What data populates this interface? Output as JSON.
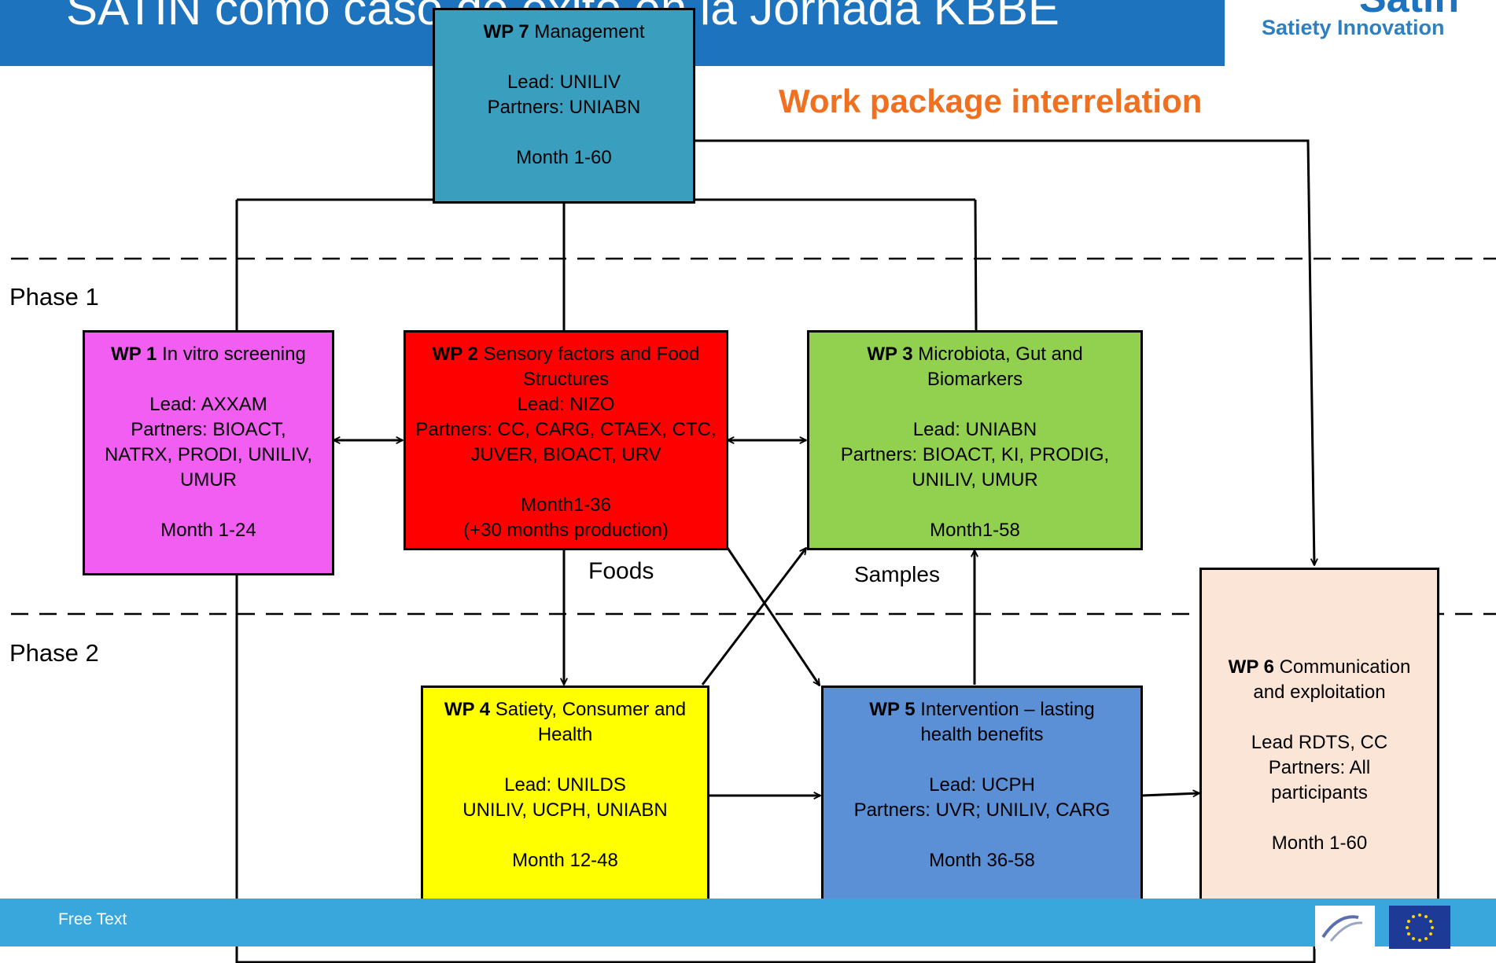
{
  "header": {
    "title": "SATIN como caso de éxito en la Jornada KBBE",
    "logo_text": "Satiety Innovation",
    "logo_mark": "Satin"
  },
  "subtitle": "Work package interrelation",
  "phases": [
    "Phase 1",
    "Phase 2"
  ],
  "annotations": {
    "foods": "Foods",
    "samples": "Samples"
  },
  "footer": {
    "text": "Free Text"
  },
  "colors": {
    "header": "#1e73be",
    "footer": "#39a7dc",
    "subtitle": "#f07020",
    "wp1": "#f25ef2",
    "wp2": "#ff0000",
    "wp3": "#92d050",
    "wp4": "#ffff00",
    "wp5": "#5b8fd6",
    "wp6": "#fbe5d6",
    "wp7": "#3a9fbf"
  },
  "work_packages": {
    "wp7": {
      "id": "WP 7",
      "title": "Management",
      "lead": "Lead: UNILIV",
      "partners": "Partners: UNIABN",
      "months": "Month 1-60"
    },
    "wp1": {
      "id": "WP 1",
      "title": "In vitro screening",
      "lead": "Lead: AXXAM",
      "partners1": "Partners: BIOACT,",
      "partners2": "NATRX, PRODI, UNILIV,",
      "partners3": "UMUR",
      "months": "Month 1-24"
    },
    "wp2": {
      "id": "WP 2",
      "title1": "Sensory factors and Food",
      "title2": "Structures",
      "lead": "Lead: NIZO",
      "partners1": "Partners: CC, CARG, CTAEX, CTC,",
      "partners2": "JUVER, BIOACT, URV",
      "months": "Month1-36",
      "note": "(+30 months production)"
    },
    "wp3": {
      "id": "WP 3",
      "title1": "Microbiota, Gut and",
      "title2": "Biomarkers",
      "lead": "Lead: UNIABN",
      "partners1": "Partners: BIOACT, KI, PRODIG,",
      "partners2": "UNILIV, UMUR",
      "months": "Month1-58"
    },
    "wp4": {
      "id": "WP 4",
      "title1": "Satiety, Consumer and",
      "title2": "Health",
      "lead": "Lead: UNILDS",
      "partners": "UNILIV, UCPH, UNIABN",
      "months": "Month 12-48"
    },
    "wp5": {
      "id": "WP 5",
      "title1": "Intervention – lasting",
      "title2": "health benefits",
      "lead": "Lead: UCPH",
      "partners": "Partners: UVR; UNILIV, CARG",
      "months": "Month 36-58"
    },
    "wp6": {
      "id": "WP 6",
      "title1": "Communication",
      "title2": "and exploitation",
      "lead": "Lead RDTS, CC",
      "partners1": "Partners: All",
      "partners2": "participants",
      "months": "Month 1-60"
    }
  }
}
